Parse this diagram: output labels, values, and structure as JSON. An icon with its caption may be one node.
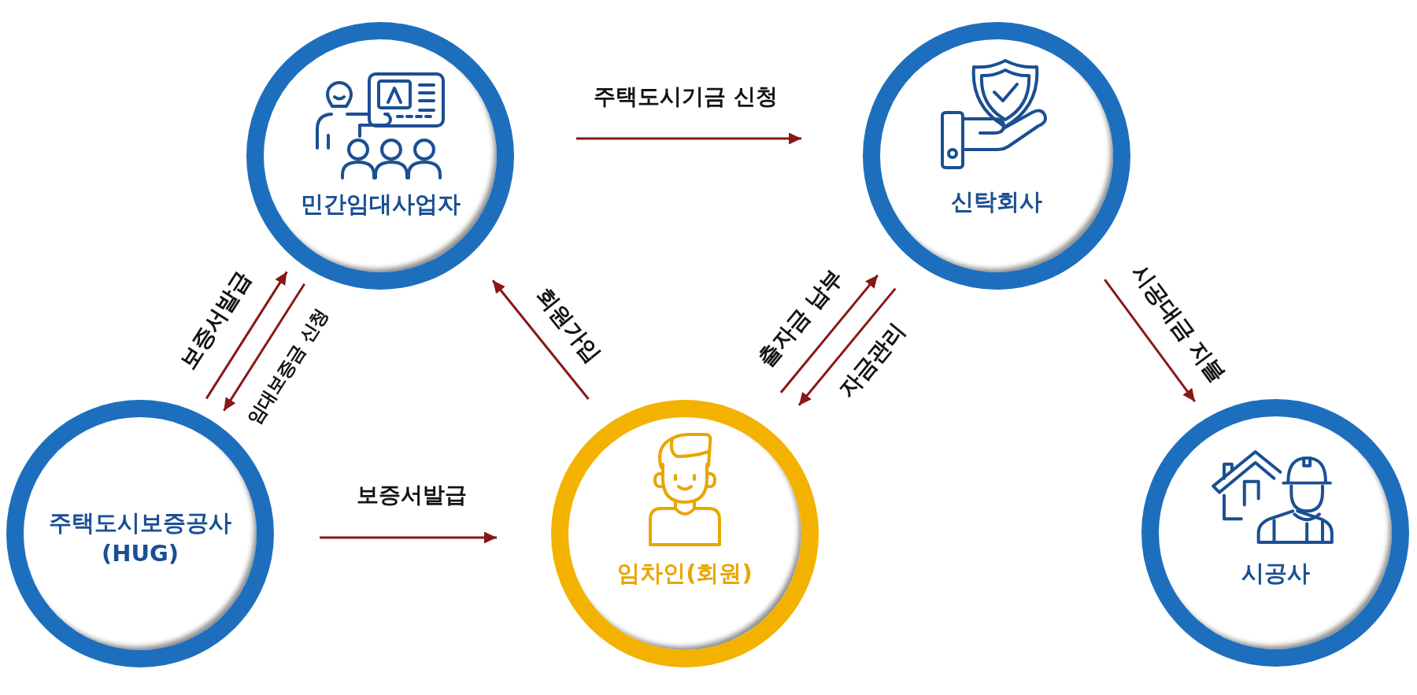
{
  "diagram": {
    "nodes": [
      {
        "text": [
          "민간임대사업자"
        ]
      },
      {
        "text": [
          "신탁회사"
        ]
      },
      {
        "text": [
          "주택도시보증공사 (HUG)"
        ]
      },
      {
        "text": [
          "임차인(회원)"
        ]
      },
      {
        "text": [
          "시공사"
        ]
      }
    ],
    "edges": [
      {
        "from": 0,
        "to": 1,
        "label": "주택도시기금 신청",
        "arrow": "to"
      },
      {
        "from": 2,
        "to": 0,
        "label": "보증서발급",
        "arrow": "to"
      },
      {
        "from": 0,
        "to": 2,
        "label": "임대보증금 신청",
        "arrow": "to"
      },
      {
        "from": 3,
        "to": 0,
        "label": "회원가입",
        "arrow": "to"
      },
      {
        "from": 2,
        "to": 3,
        "label": "보증서발급",
        "arrow": "to"
      },
      {
        "from": 3,
        "to": 1,
        "label": "출자금 납부",
        "arrow": "to"
      },
      {
        "from": 1,
        "to": 3,
        "label": "자금관리",
        "arrow": "to"
      },
      {
        "from": 1,
        "to": 4,
        "label": "시공대금 지불",
        "arrow": "to"
      }
    ]
  }
}
